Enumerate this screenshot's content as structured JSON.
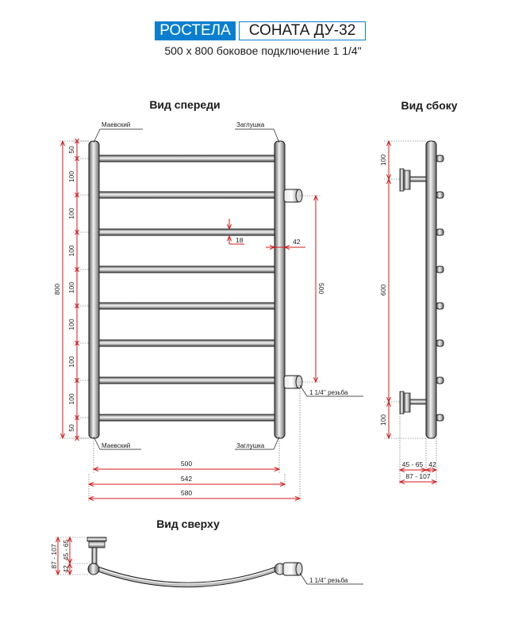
{
  "header": {
    "brand": "РОСТЕЛА",
    "model": "СОНАТА ДУ-32",
    "subtitle": "500 х 800 боковое подключение 1 1/4\""
  },
  "views": {
    "front": "Вид спереди",
    "side": "Вид сбоку",
    "top": "Вид сверху"
  },
  "labels": {
    "maevsky_top": "Маевский",
    "plug_top": "Заглушка",
    "maevsky_bottom": "Маевский",
    "plug_bottom": "Заглушка",
    "thread_front": "1 1/4'' резьба",
    "thread_top": "1 1/4'' резьба"
  },
  "dimensions": {
    "front_total_height": "800",
    "front_steps": [
      "50",
      "100",
      "100",
      "100",
      "100",
      "100",
      "100",
      "100",
      "50"
    ],
    "rung_thickness": "18",
    "pipe_offset": "42",
    "connection_spacing": "500",
    "width_axis": "500",
    "width_inner": "542",
    "width_total": "580",
    "side_top": "100",
    "side_middle": "600",
    "side_bottom": "100",
    "side_depth_range": "45 - 65",
    "side_pipe": "42",
    "side_total_depth": "87 - 107",
    "top_total_depth": "87 - 107",
    "top_pipe": "42",
    "top_depth_range": "45 - 65"
  },
  "colors": {
    "brand": "#0a7fd0",
    "dimension_line": "#d41a1a"
  }
}
